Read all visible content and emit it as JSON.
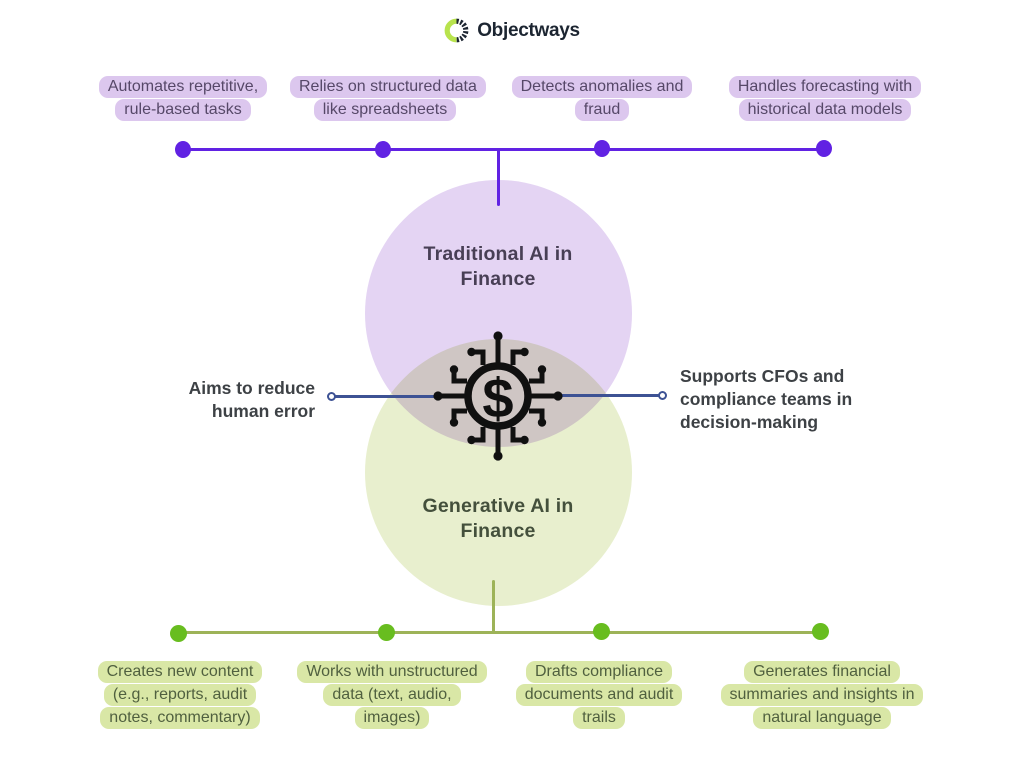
{
  "brand": {
    "name": "Objectways"
  },
  "diagram": {
    "top_branch": {
      "items": [
        {
          "label": "Automates repetitive, rule-based tasks"
        },
        {
          "label": "Relies on structured data like spreadsheets"
        },
        {
          "label": "Detects anomalies and fraud"
        },
        {
          "label": "Handles forecasting with historical data models"
        }
      ]
    },
    "venn": {
      "top_circle": {
        "title": "Traditional AI in Finance"
      },
      "bottom_circle": {
        "title": "Generative AI in Finance"
      },
      "center_icon": "dollar-circuit-icon"
    },
    "left_callout": {
      "label": "Aims to reduce human error"
    },
    "right_callout": {
      "label": "Supports CFOs and compliance teams in decision-making"
    },
    "bottom_branch": {
      "items": [
        {
          "label": "Creates new content (e.g., reports, audit notes, commentary)"
        },
        {
          "label": "Works with unstructured data (text, audio, images)"
        },
        {
          "label": "Drafts compliance documents and audit trails"
        },
        {
          "label": "Generates financial summaries and insights in natural language"
        }
      ]
    },
    "colors": {
      "traditional_accent": "#6122e3",
      "traditional_fill": "#e4d4f3",
      "traditional_label_bg": "#dcc7ee",
      "generative_accent": "#68bd1f",
      "generative_line": "#9db358",
      "generative_fill": "#e8efce",
      "generative_label_bg": "#d9e7a6",
      "callout_connector": "#3d5294",
      "logo_green": "#b8e34d",
      "logo_dark": "#1c2531"
    }
  }
}
